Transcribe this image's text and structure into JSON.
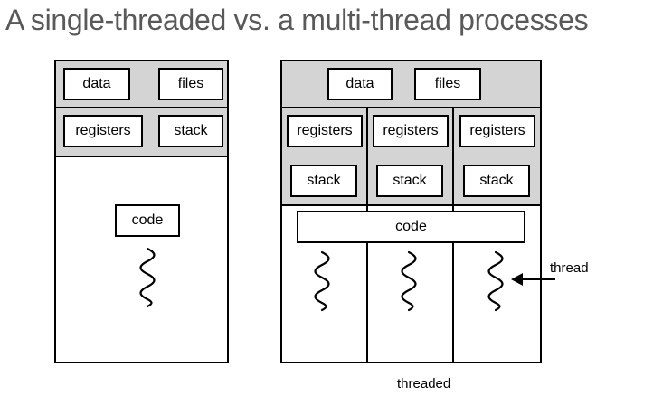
{
  "title": "A single-threaded vs. a multi-thread processes",
  "single": {
    "data": "data",
    "files": "files",
    "registers": "registers",
    "stack": "stack",
    "code": "code"
  },
  "multi": {
    "data": "data",
    "files": "files",
    "registers": [
      "registers",
      "registers",
      "registers"
    ],
    "stack": [
      "stack",
      "stack",
      "stack"
    ],
    "code": "code",
    "caption": "threaded"
  },
  "thread_label": "thread",
  "colors": {
    "shaded": "#d4d4d4",
    "title": "#595959"
  }
}
